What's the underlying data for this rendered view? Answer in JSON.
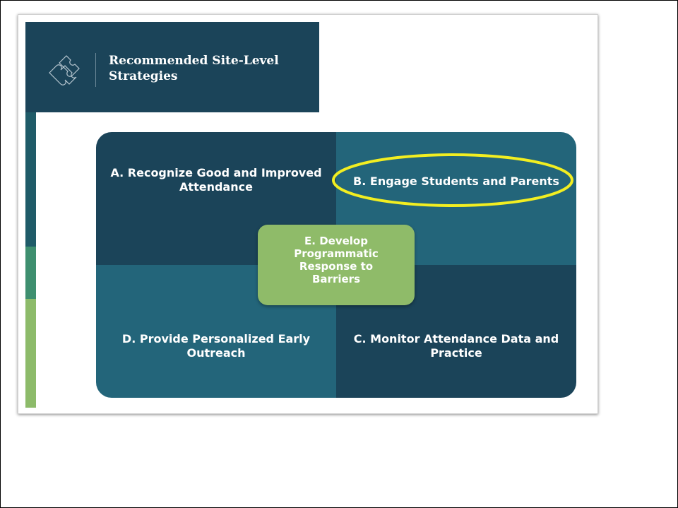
{
  "slide": {
    "title": "Recommended Site-Level Strategies",
    "title_icon": "puzzle-pieces-icon"
  },
  "strategies": {
    "a": "A. Recognize Good and Improved Attendance",
    "b": "B. Engage Students and Parents",
    "c": "C. Monitor Attendance Data and Practice",
    "d": "D. Provide Personalized Early Outreach",
    "e": "E. Develop\nProgrammatic\nResponse to\nBarriers"
  },
  "highlight": {
    "target": "b",
    "color": "#f2ee21"
  },
  "colors": {
    "navy": "#1b4459",
    "teal": "#23657a",
    "green": "#8fbb69",
    "accent_mid": "#3e8f6f"
  }
}
